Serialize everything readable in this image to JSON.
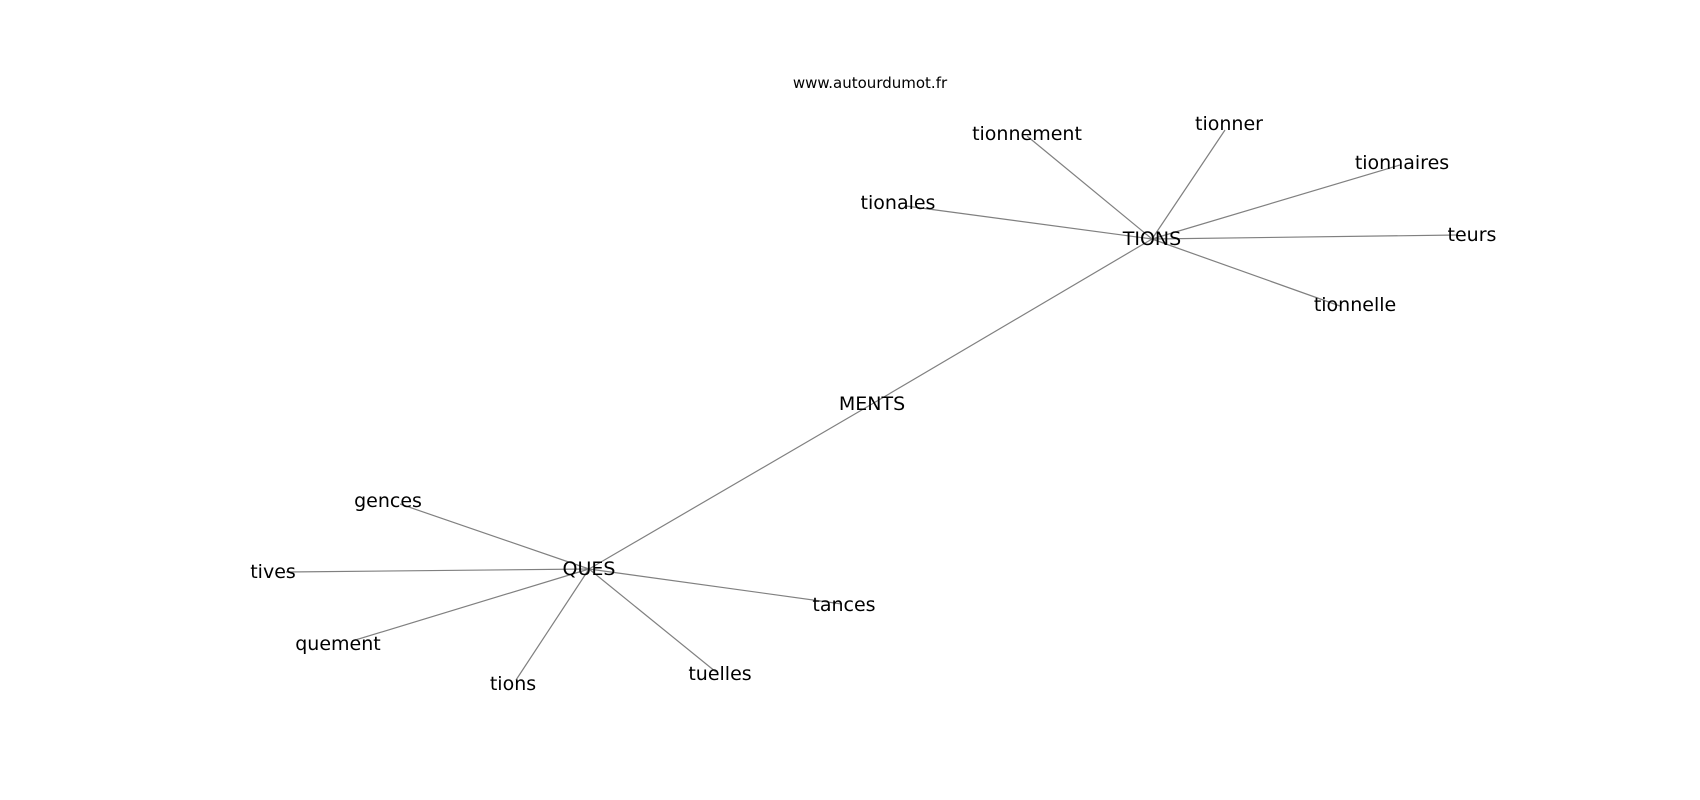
{
  "caption": "www.autourdumot.fr",
  "graph": {
    "nodes": [
      {
        "id": "ments",
        "label": "MENTS"
      },
      {
        "id": "tions_hub",
        "label": "TIONS"
      },
      {
        "id": "ques",
        "label": "QUES"
      },
      {
        "id": "tionnement",
        "label": "tionnement"
      },
      {
        "id": "tionner",
        "label": "tionner"
      },
      {
        "id": "tionnaires",
        "label": "tionnaires"
      },
      {
        "id": "tionales",
        "label": "tionales"
      },
      {
        "id": "teurs",
        "label": "teurs"
      },
      {
        "id": "tionnelle",
        "label": "tionnelle"
      },
      {
        "id": "gences",
        "label": "gences"
      },
      {
        "id": "tives",
        "label": "tives"
      },
      {
        "id": "quement",
        "label": "quement"
      },
      {
        "id": "tions_leaf",
        "label": "tions"
      },
      {
        "id": "tuelles",
        "label": "tuelles"
      },
      {
        "id": "tances",
        "label": "tances"
      }
    ],
    "edges": [
      [
        "ments",
        "tions_hub"
      ],
      [
        "ments",
        "ques"
      ],
      [
        "tions_hub",
        "tionnement"
      ],
      [
        "tions_hub",
        "tionner"
      ],
      [
        "tions_hub",
        "tionnaires"
      ],
      [
        "tions_hub",
        "tionales"
      ],
      [
        "tions_hub",
        "teurs"
      ],
      [
        "tions_hub",
        "tionnelle"
      ],
      [
        "ques",
        "gences"
      ],
      [
        "ques",
        "tives"
      ],
      [
        "ques",
        "quement"
      ],
      [
        "ques",
        "tions_leaf"
      ],
      [
        "ques",
        "tuelles"
      ],
      [
        "ques",
        "tances"
      ]
    ]
  }
}
